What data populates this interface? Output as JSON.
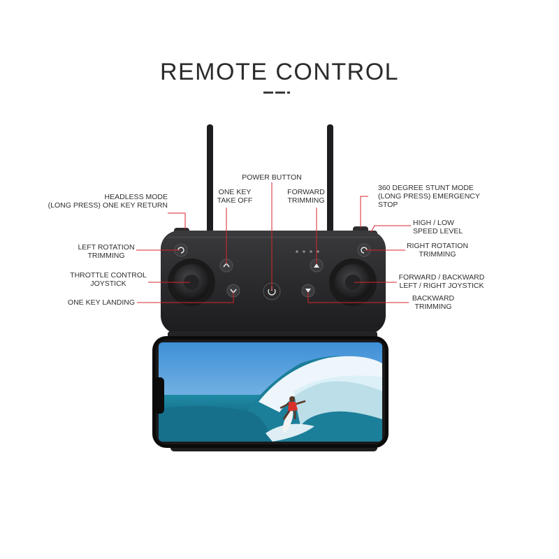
{
  "title": "REMOTE CONTROL",
  "colors": {
    "leader": "#d9262b",
    "controller": "#2a2a2c",
    "text": "#2e2e2e"
  },
  "labels": {
    "power_button": "POWER BUTTON",
    "headless_mode": "HEADLESS MODE\n(LONG PRESS) ONE KEY RETURN",
    "one_key_take_off": "ONE KEY\nTAKE OFF",
    "forward_trimming": "FORWARD\nTRIMMING",
    "stunt_mode": "360 DEGREE STUNT MODE\n(LONG PRESS) EMERGENCY\nSTOP",
    "speed_level": "HIGH / LOW\nSPEED LEVEL",
    "left_rotation_trimming": "LEFT ROTATION\nTRIMMING",
    "right_rotation_trimming": "RIGHT ROTATION\nTRIMMING",
    "throttle_joystick": "THROTTLE CONTROL\nJOYSTICK",
    "direction_joystick": "FORWARD / BACKWARD\nLEFT / RIGHT JOYSTICK",
    "one_key_landing": "ONE KEY LANDING",
    "backward_trimming": "BACKWARD\nTRIMMING"
  },
  "icons": {
    "left_rotation": "rotate-left-icon",
    "right_rotation": "rotate-right-icon",
    "take_off": "take-off-icon",
    "landing": "landing-icon",
    "forward": "up-arrow-icon",
    "backward": "down-arrow-icon",
    "power": "power-icon",
    "phone_image": "surfer-photo"
  }
}
